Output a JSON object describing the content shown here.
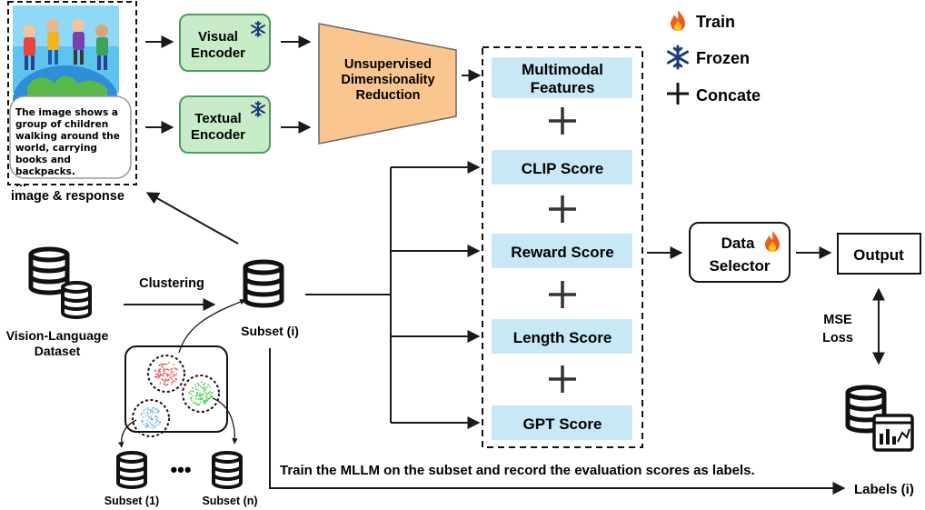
{
  "legend": {
    "train_label": "Train",
    "frozen_label": "Frozen",
    "concate_label": "Concate"
  },
  "input": {
    "response_text": "The image shows a\ngroup of children\nwalking around the\nworld, carrying\nbooks and backpacks.\n...",
    "image_response_label": "image & response"
  },
  "encoders": {
    "visual_line1": "Visual",
    "visual_line2": "Encoder",
    "textual_line1": "Textual",
    "textual_line2": "Encoder"
  },
  "reduction": {
    "line1": "Unsupervised",
    "line2": "Dimensionality",
    "line3": "Reduction"
  },
  "features": {
    "multimodal_line1": "Multimodal",
    "multimodal_line2": "Features",
    "clip": "CLIP Score",
    "reward": "Reward Score",
    "length": "Length Score",
    "gpt": "GPT Score"
  },
  "selector": {
    "line1": "Data",
    "line2": "Selector",
    "output": "Output",
    "mse_line1": "MSE",
    "mse_line2": "Loss"
  },
  "dataset": {
    "line1": "Vision-Language",
    "line2": "Dataset",
    "clustering": "Clustering",
    "subset_i": "Subset (i)",
    "subset_1": "Subset (1)",
    "subset_n": "Subset (n)",
    "ellipsis": "•••"
  },
  "bottom": {
    "train_text": "Train the MLLM on the subset and record the evaluation scores as labels.",
    "labels_i": "Labels (i)"
  },
  "colors": {
    "encoder_fill": "#c9ecc8",
    "encoder_stroke": "#4f9a62",
    "reduction_fill": "#fbc58f",
    "score_fill": "#c9e8f7",
    "snowflake": "#1b3d7a",
    "fire_outer": "#f25a1c",
    "fire_inner": "#ffc21a"
  }
}
